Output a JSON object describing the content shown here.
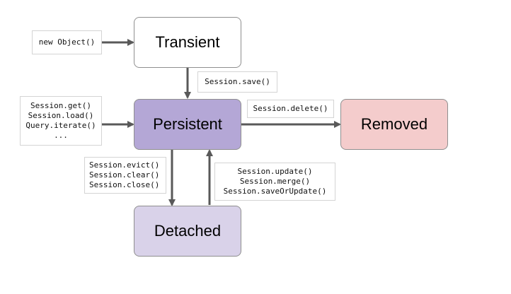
{
  "colors": {
    "transient_fill": "#ffffff",
    "persistent_fill": "#b4a7d6",
    "removed_fill": "#f4cccc",
    "detached_fill": "#d9d2e9",
    "arrow": "#595959"
  },
  "states": {
    "transient": "Transient",
    "persistent": "Persistent",
    "removed": "Removed",
    "detached": "Detached"
  },
  "notes": {
    "new_object": [
      "new Object()"
    ],
    "save": [
      "Session.save()"
    ],
    "get_load": [
      "Session.get()",
      "Session.load()",
      "Query.iterate()",
      "..."
    ],
    "delete": [
      "Session.delete()"
    ],
    "evict": [
      "Session.evict()",
      "Session.clear()",
      "Session.close()"
    ],
    "update": [
      "Session.update()",
      "Session.merge()",
      "Session.saveOrUpdate()"
    ]
  }
}
